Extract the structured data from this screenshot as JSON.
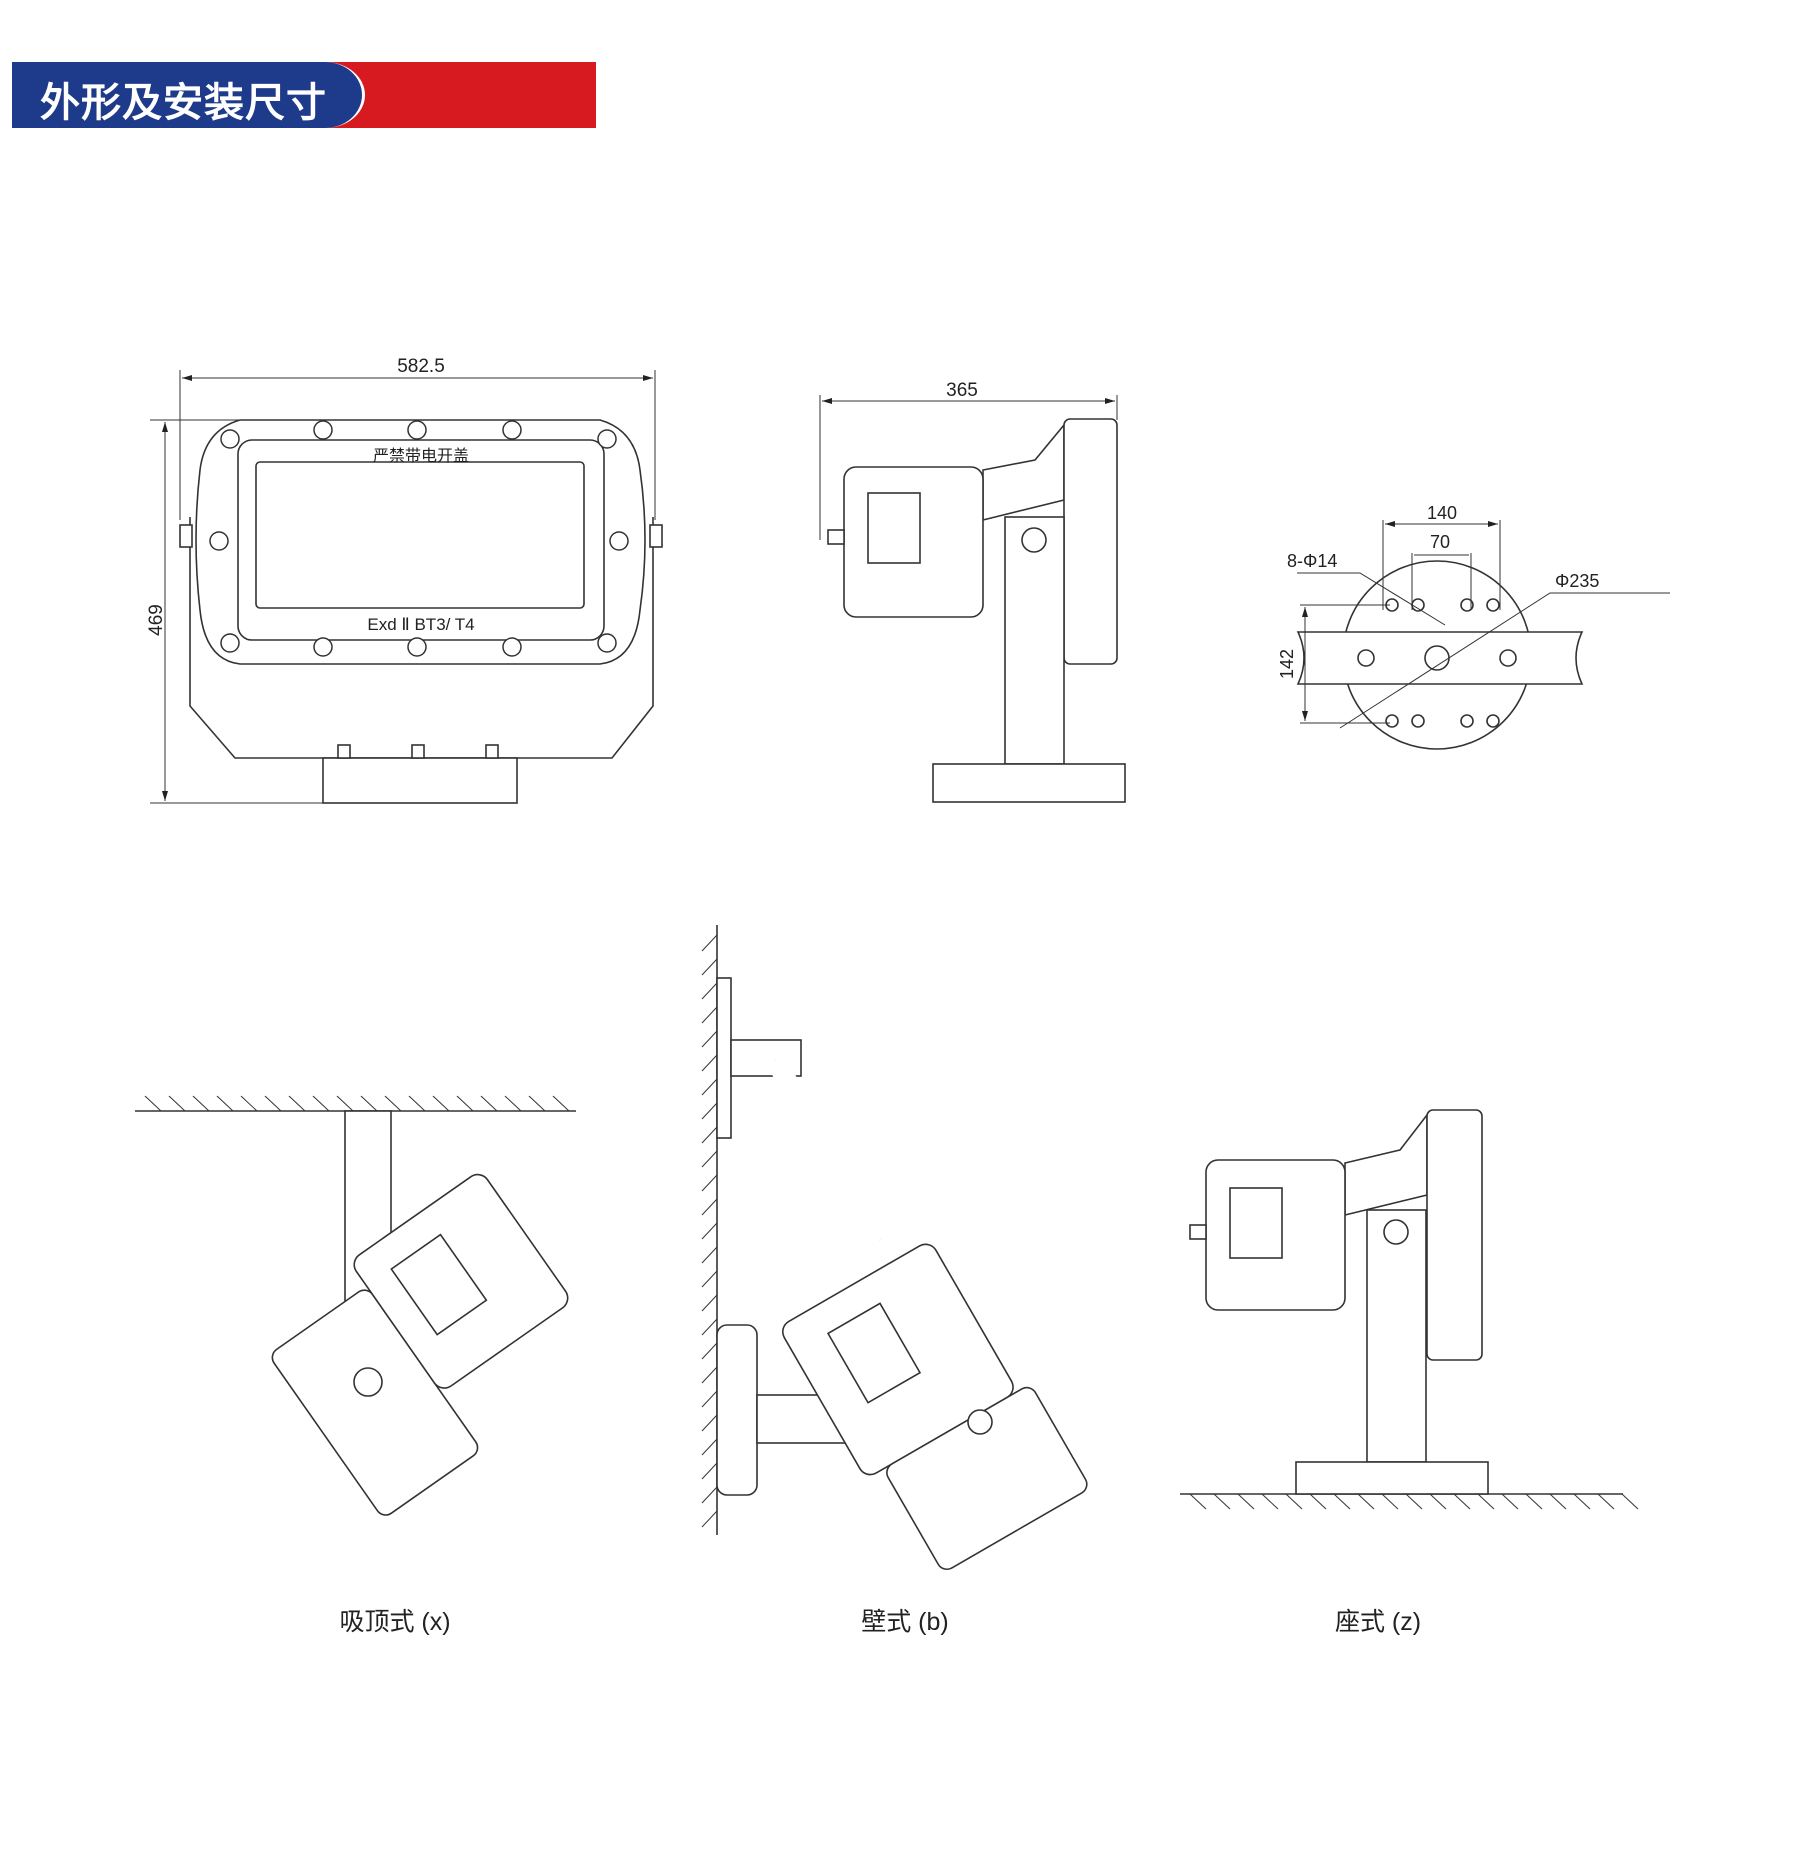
{
  "header": {
    "title": "外形及安装尺寸",
    "colors": {
      "blue": "#1e3a8a",
      "red": "#d71920"
    }
  },
  "front_view": {
    "width_dim": "582.5",
    "height_dim": "469",
    "top_label": "严禁带电开盖",
    "bottom_label": "Exd Ⅱ BT3/ T4"
  },
  "side_view": {
    "depth_dim": "365"
  },
  "mount_plate": {
    "dim_140": "140",
    "dim_70": "70",
    "holes": "8-Φ14",
    "diameter": "Φ235",
    "dim_142": "142"
  },
  "mounting_types": [
    {
      "label": "吸顶式 (x)"
    },
    {
      "label": "壁式 (b)"
    },
    {
      "label": "座式 (z)"
    }
  ]
}
